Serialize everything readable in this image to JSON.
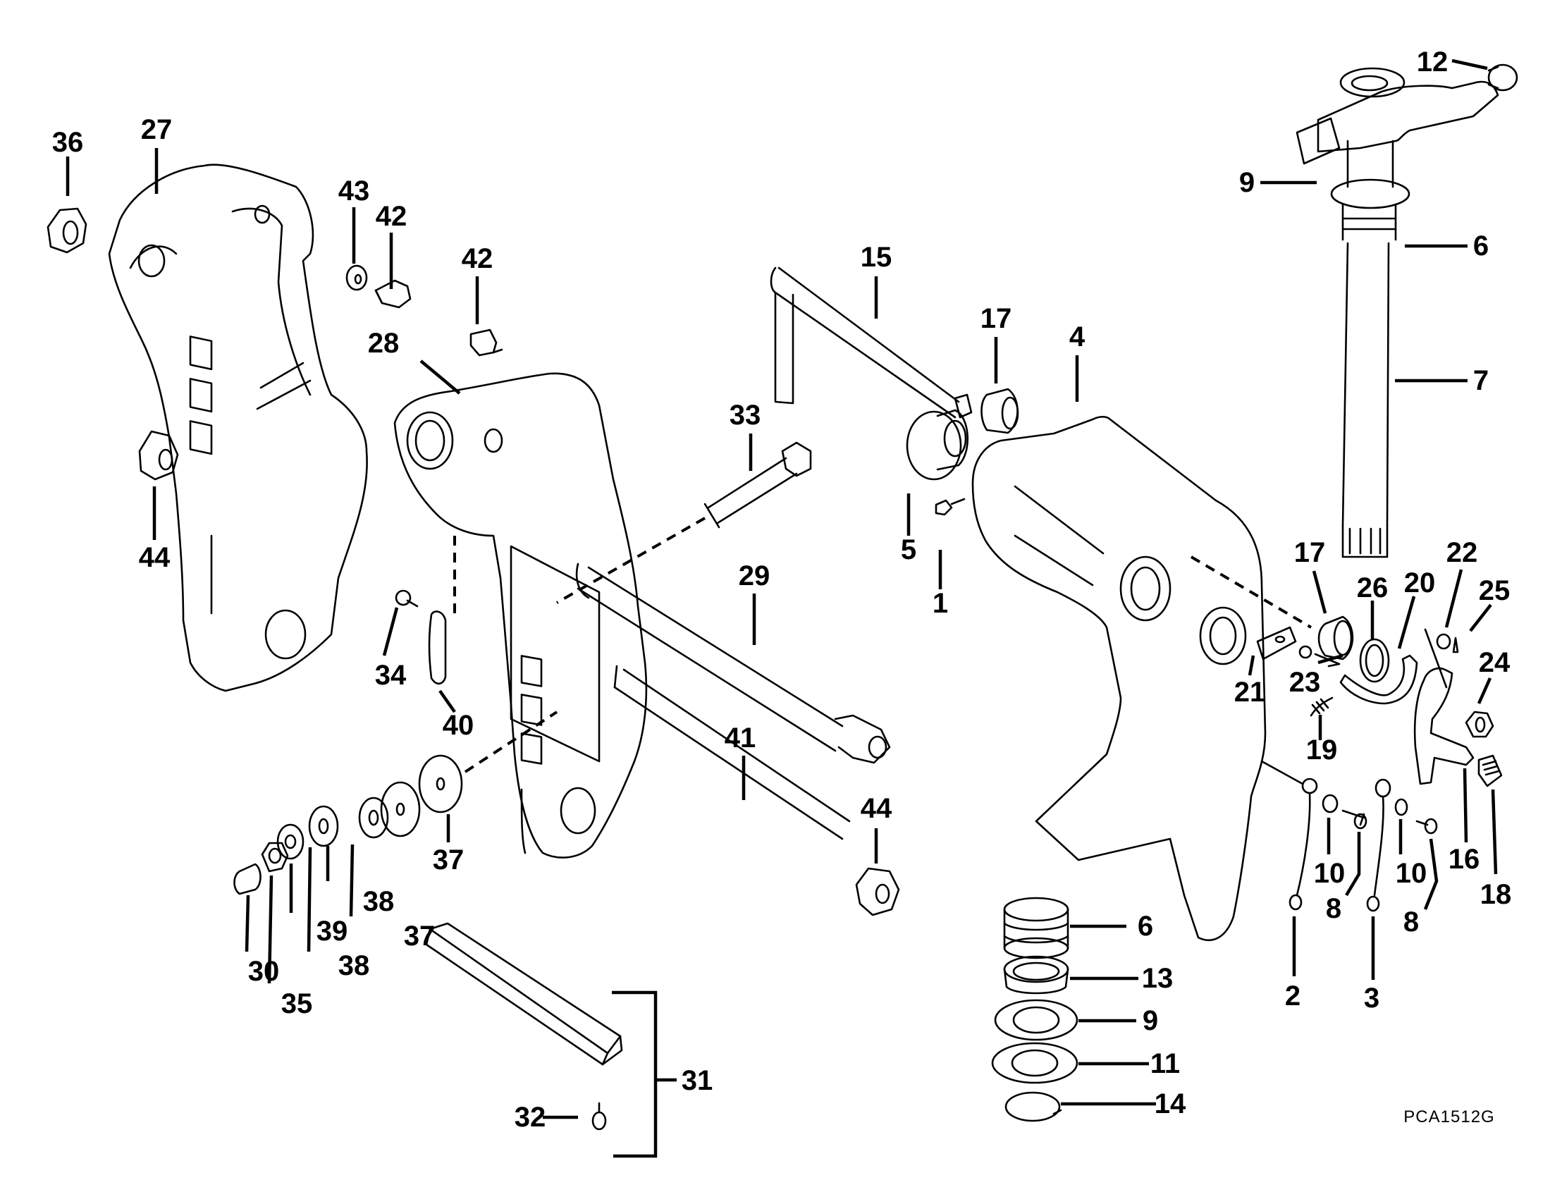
{
  "diagram": {
    "type": "exploded-parts-diagram",
    "drawing_code": "PCA1512G",
    "callouts": [
      {
        "id": "c36",
        "label": "36",
        "part": "nut"
      },
      {
        "id": "c27",
        "label": "27",
        "part": "stern-bracket-left"
      },
      {
        "id": "c43",
        "label": "43",
        "part": "washer"
      },
      {
        "id": "c42a",
        "label": "42",
        "part": "screw"
      },
      {
        "id": "c42b",
        "label": "42",
        "part": "screw"
      },
      {
        "id": "c28",
        "label": "28",
        "part": "stern-bracket-right"
      },
      {
        "id": "c44a",
        "label": "44",
        "part": "locknut"
      },
      {
        "id": "c15",
        "label": "15",
        "part": "tilt-lever-shaft"
      },
      {
        "id": "c17a",
        "label": "17",
        "part": "bushing"
      },
      {
        "id": "c4",
        "label": "4",
        "part": "swivel-bracket"
      },
      {
        "id": "c33",
        "label": "33",
        "part": "bolt"
      },
      {
        "id": "c12",
        "label": "12",
        "part": "plug"
      },
      {
        "id": "c9a",
        "label": "9",
        "part": "thrust-washer"
      },
      {
        "id": "c6a",
        "label": "6",
        "part": "bushing"
      },
      {
        "id": "c7",
        "label": "7",
        "part": "steering-arm-shaft"
      },
      {
        "id": "c5",
        "label": "5",
        "part": "bushing"
      },
      {
        "id": "c1",
        "label": "1",
        "part": "grease-fitting"
      },
      {
        "id": "c29",
        "label": "29",
        "part": "tilt-tube"
      },
      {
        "id": "c34",
        "label": "34",
        "part": "screw"
      },
      {
        "id": "c40",
        "label": "40",
        "part": "clip"
      },
      {
        "id": "c41",
        "label": "41",
        "part": "stud"
      },
      {
        "id": "c44b",
        "label": "44",
        "part": "locknut"
      },
      {
        "id": "c37a",
        "label": "37",
        "part": "washer"
      },
      {
        "id": "c17b",
        "label": "17",
        "part": "bushing"
      },
      {
        "id": "c26",
        "label": "26",
        "part": "spring"
      },
      {
        "id": "c20",
        "label": "20",
        "part": "tilt-lock-lever"
      },
      {
        "id": "c22",
        "label": "22",
        "part": "washer"
      },
      {
        "id": "c25",
        "label": "25",
        "part": "cotter-pin"
      },
      {
        "id": "c24",
        "label": "24",
        "part": "nut"
      },
      {
        "id": "c21",
        "label": "21",
        "part": "bracket"
      },
      {
        "id": "c23",
        "label": "23",
        "part": "screw"
      },
      {
        "id": "c19",
        "label": "19",
        "part": "spring"
      },
      {
        "id": "c10a",
        "label": "10",
        "part": "washer"
      },
      {
        "id": "c8a",
        "label": "8",
        "part": "screw"
      },
      {
        "id": "c10b",
        "label": "10",
        "part": "washer"
      },
      {
        "id": "c8b",
        "label": "8",
        "part": "screw"
      },
      {
        "id": "c16",
        "label": "16",
        "part": "tilt-lock-arm"
      },
      {
        "id": "c18",
        "label": "18",
        "part": "grip"
      },
      {
        "id": "c2",
        "label": "2",
        "part": "ground-strap"
      },
      {
        "id": "c3",
        "label": "3",
        "part": "ground-strap"
      },
      {
        "id": "c6b",
        "label": "6",
        "part": "bushing"
      },
      {
        "id": "c13",
        "label": "13",
        "part": "seal"
      },
      {
        "id": "c9b",
        "label": "9",
        "part": "thrust-washer"
      },
      {
        "id": "c11",
        "label": "11",
        "part": "washer"
      },
      {
        "id": "c14",
        "label": "14",
        "part": "retaining-ring"
      },
      {
        "id": "c30",
        "label": "30",
        "part": "cap"
      },
      {
        "id": "c35",
        "label": "35",
        "part": "nut"
      },
      {
        "id": "c39",
        "label": "39",
        "part": "lockwasher"
      },
      {
        "id": "c38a",
        "label": "38",
        "part": "washer"
      },
      {
        "id": "c38b",
        "label": "38",
        "part": "washer"
      },
      {
        "id": "c37b",
        "label": "37",
        "part": "washer"
      },
      {
        "id": "c31",
        "label": "31",
        "part": "tilt-pin-assembly"
      },
      {
        "id": "c32",
        "label": "32",
        "part": "grease-fitting"
      }
    ]
  }
}
